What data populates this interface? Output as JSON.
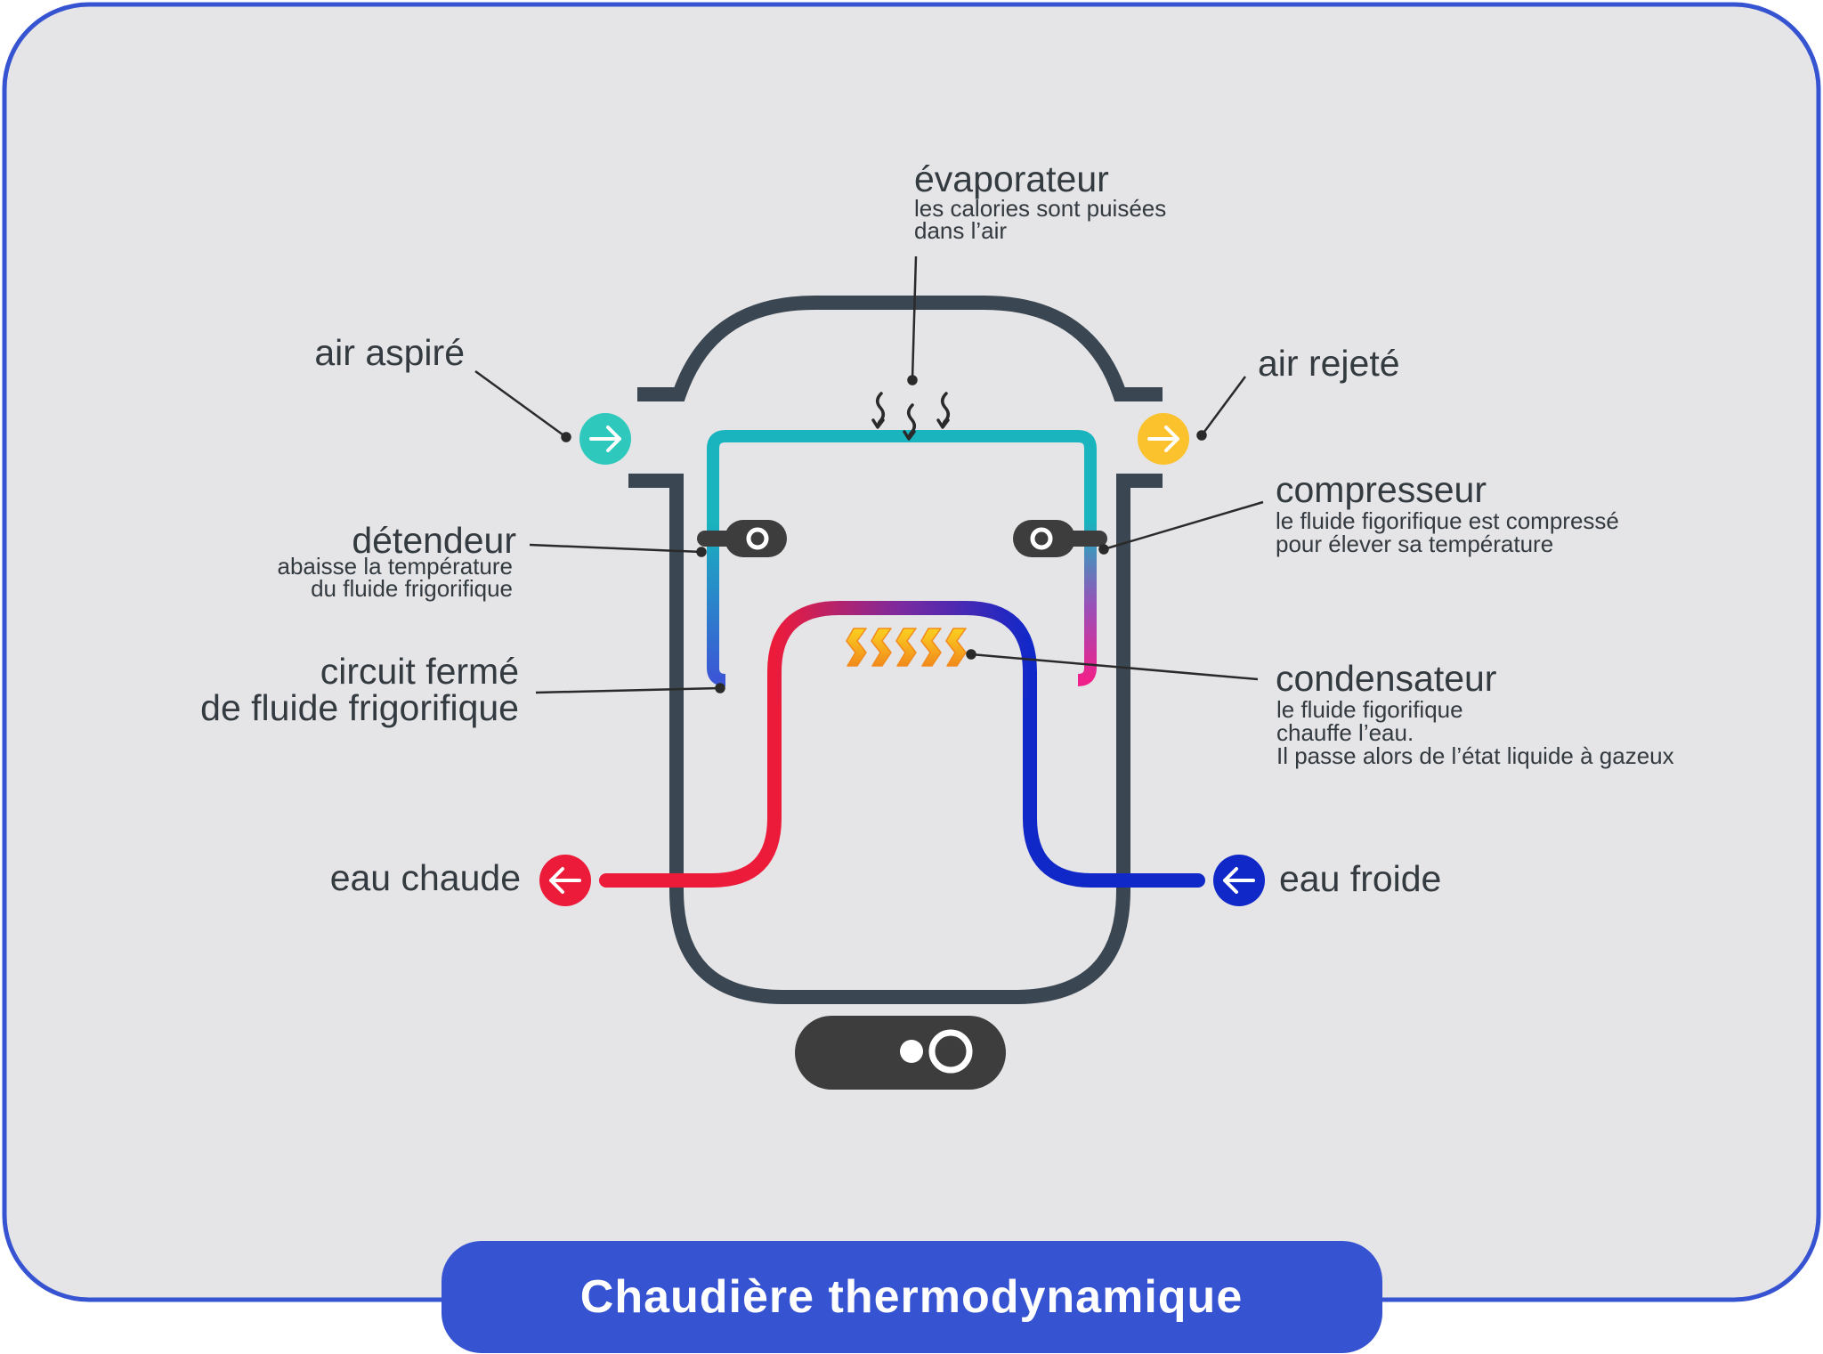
{
  "title": "Chaudière thermodynamique",
  "colors": {
    "frame_border": "#3653d1",
    "background": "#e5e4e6",
    "tank": "#3a4651",
    "label_text": "#333a40",
    "circuit_teal": "#19b4be",
    "circuit_blue": "#3b56d6",
    "circuit_pink": "#f0208a",
    "hot_water": "#ed1b3a",
    "cold_water": "#1128c8",
    "air_in": "#2ec9bc",
    "air_out": "#fbc22e",
    "heat_waves": "#f7b320",
    "device": "#3d3d3d",
    "title_bar": "#3653d1"
  },
  "icons": {
    "air_in": "arrow-right-icon",
    "air_out": "arrow-right-icon",
    "hot_water": "arrow-left-icon",
    "cold_water": "arrow-left-icon",
    "evaporator": "heat-wave-icon",
    "condenser": "heat-wave-icon"
  },
  "labels": {
    "evaporator": {
      "title": "évaporateur",
      "line1": "les calories sont puisées",
      "line2": "dans l’air"
    },
    "air_in": {
      "title": "air aspiré"
    },
    "air_out": {
      "title": "air rejeté"
    },
    "detendeur": {
      "title": "détendeur",
      "line1": "abaisse la température",
      "line2": "du fluide frigorifique"
    },
    "compressor": {
      "title": "compresseur",
      "line1": "le fluide figorifique est compressé",
      "line2": "pour élever sa température"
    },
    "circuit": {
      "line1": "circuit fermé",
      "line2": "de fluide frigorifique"
    },
    "condenser": {
      "title": "condensateur",
      "line1": "le fluide figorifique",
      "line2": "chauffe l’eau.",
      "line3": "Il passe alors de l’état liquide à gazeux"
    },
    "hot_water": {
      "title": "eau chaude"
    },
    "cold_water": {
      "title": "eau froide"
    }
  }
}
